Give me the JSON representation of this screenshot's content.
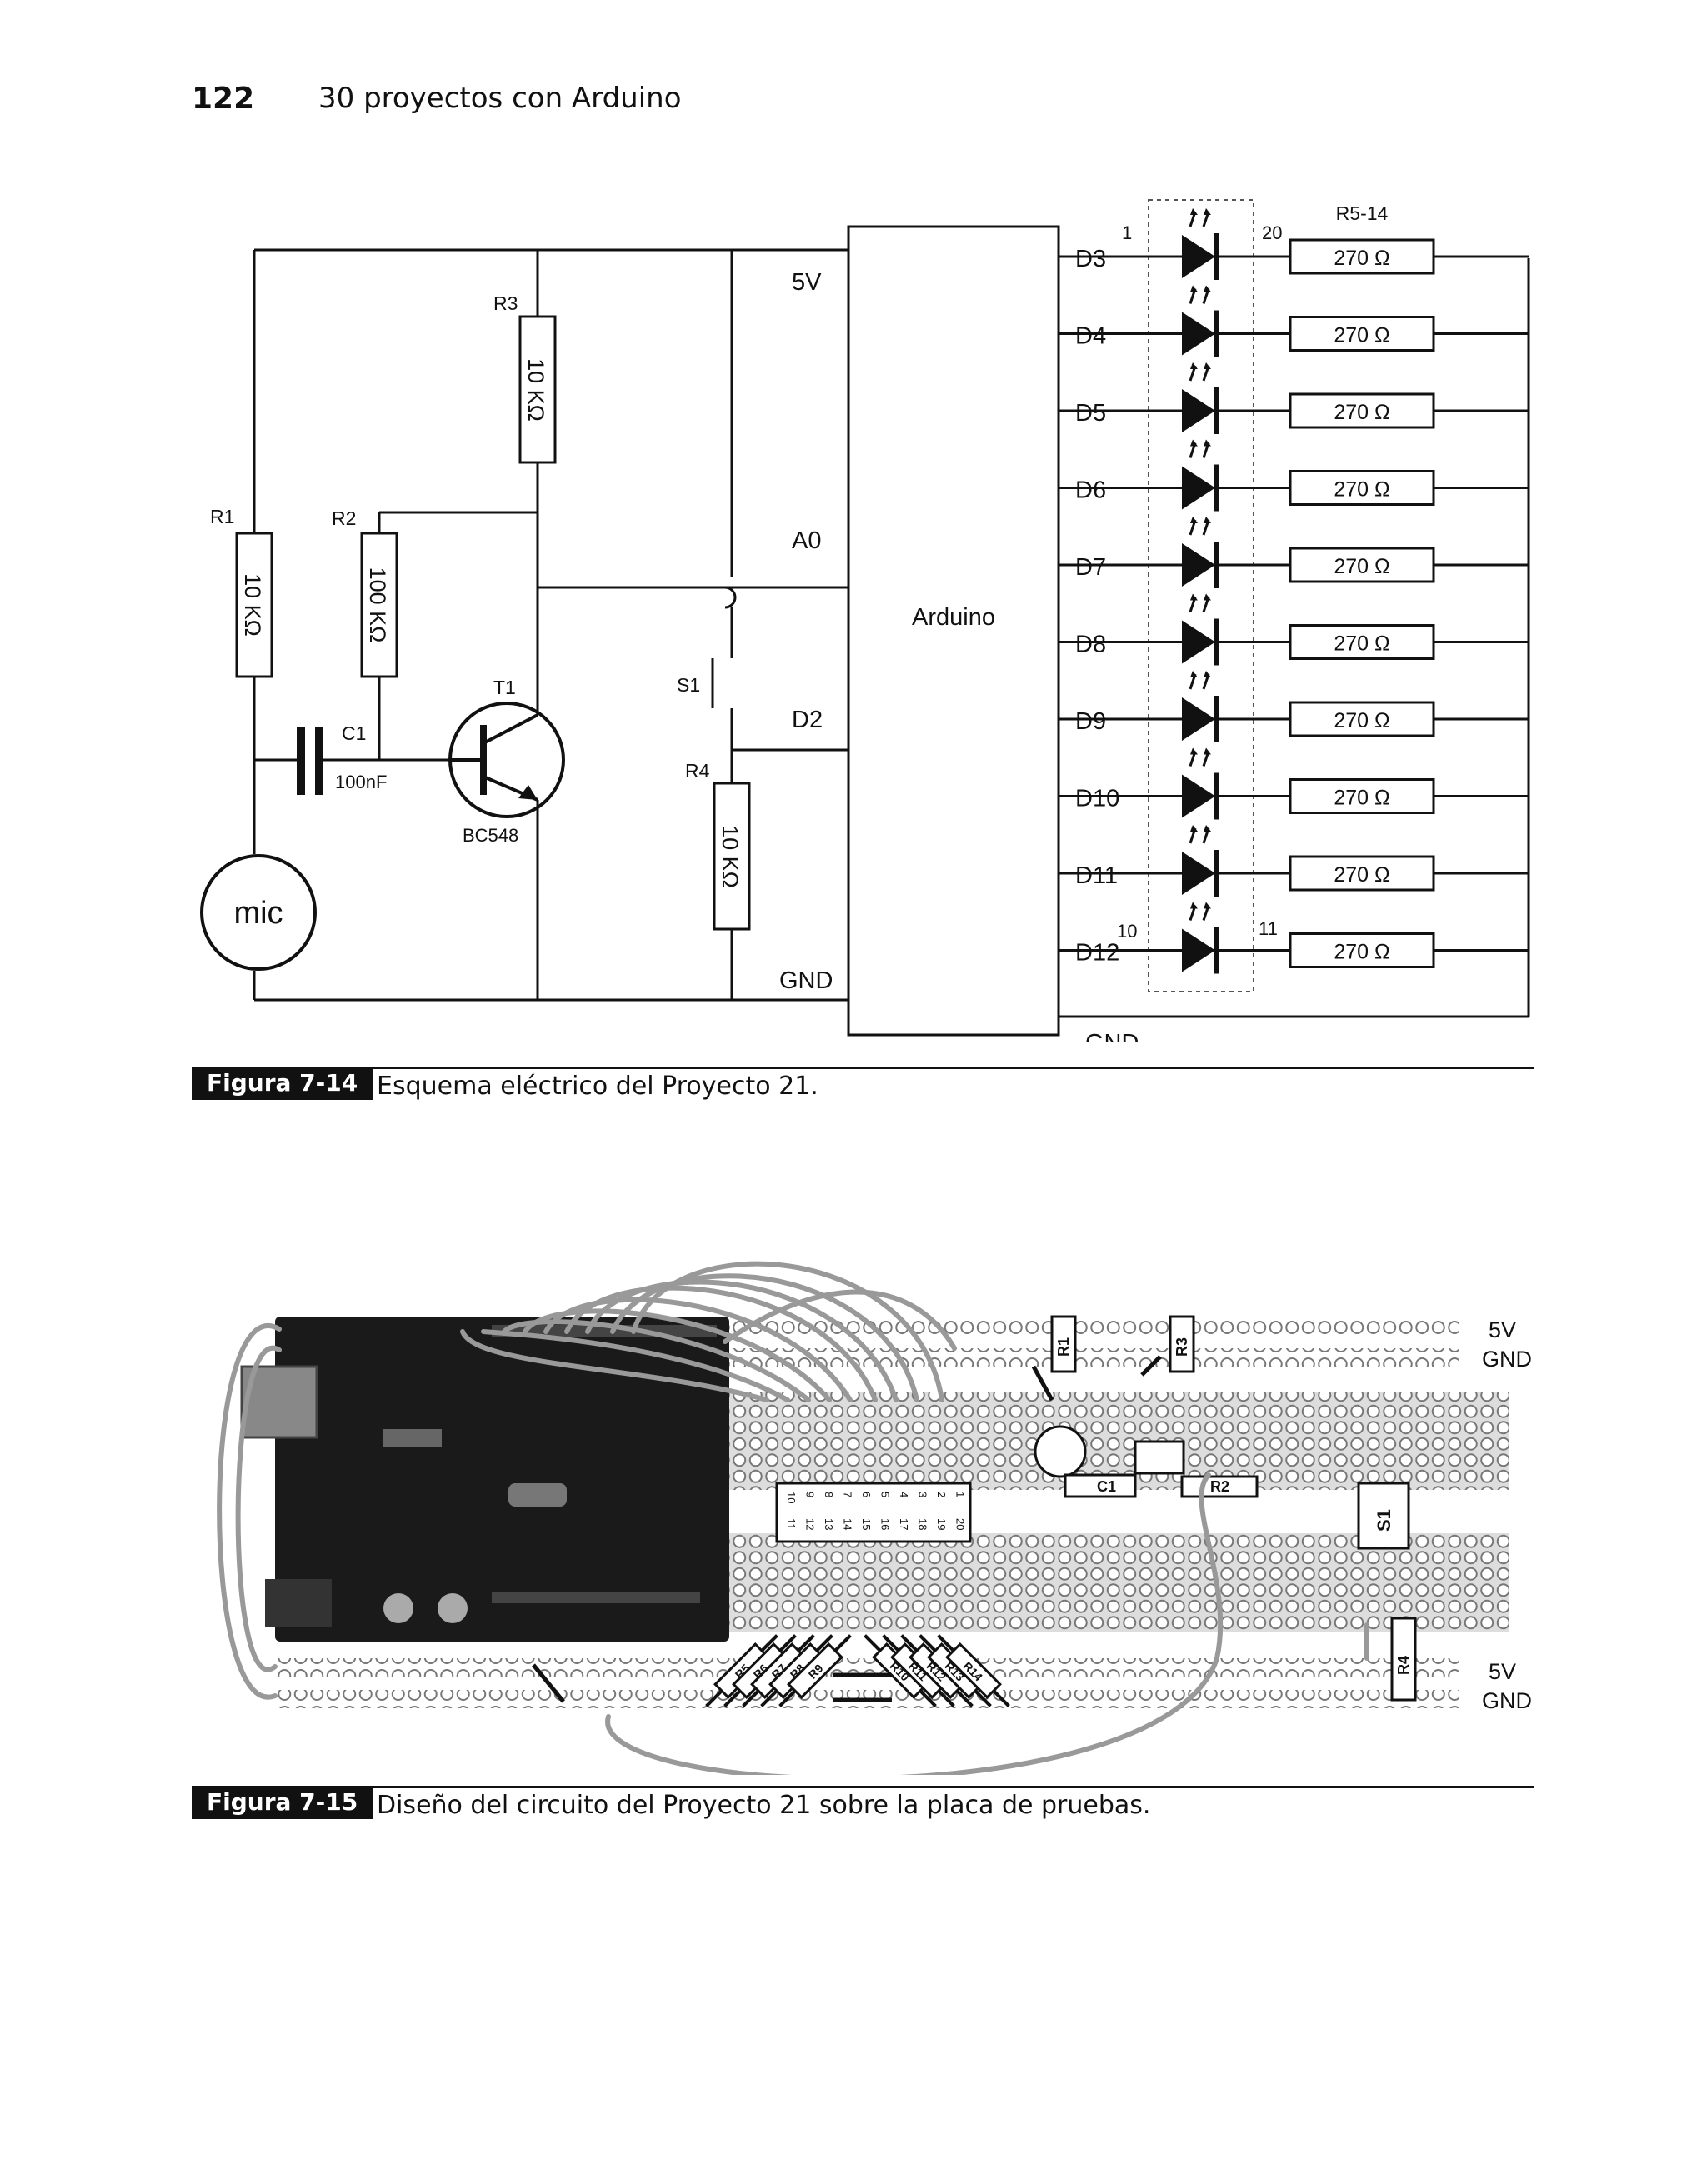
{
  "header": {
    "page_number": "122",
    "running_title": "30 proyectos con Arduino"
  },
  "figure1": {
    "caption_label": "Figura 7-14",
    "caption_text": "Esquema eléctrico del Proyecto 21.",
    "components": {
      "r1": "R1",
      "r1_value": "10 KΩ",
      "r2": "R2",
      "r2_value": "100 KΩ",
      "r3": "R3",
      "r3_value": "10 KΩ",
      "r4": "R4",
      "r4_value": "10 KΩ",
      "c1": "C1",
      "c1_value": "100nF",
      "t1": "T1",
      "t1_value": "BC548",
      "s1": "S1",
      "mic": "mic",
      "arduino": "Arduino",
      "r5_14": "R5-14",
      "led_resistor_value": "270 Ω"
    },
    "arduino_pins_left": [
      "5V",
      "A0",
      "D2",
      "GND"
    ],
    "arduino_pins_right": [
      "D3",
      "D4",
      "D5",
      "D6",
      "D7",
      "D8",
      "D9",
      "D10",
      "D11",
      "D12"
    ],
    "right_gnd": "GND",
    "bargraph_pins": [
      "1",
      "20",
      "10",
      "11"
    ]
  },
  "figure2": {
    "caption_label": "Figura 7-15",
    "caption_text": "Diseño del circuito del Proyecto 21 sobre la placa de pruebas.",
    "rail_labels": [
      "5V",
      "GND",
      "5V",
      "GND"
    ],
    "part_labels": [
      "R1",
      "R3",
      "C1",
      "R2",
      "S1",
      "R4"
    ],
    "chip_pins_top": [
      "10",
      "9",
      "8",
      "7",
      "6",
      "5",
      "4",
      "3",
      "2",
      "1"
    ],
    "chip_pins_bottom": [
      "11",
      "12",
      "13",
      "14",
      "15",
      "16",
      "17",
      "18",
      "19",
      "20"
    ],
    "resistor_labels": [
      "R5",
      "R6",
      "R7",
      "R8",
      "R9",
      "R10",
      "R11",
      "R12",
      "R13",
      "R14"
    ]
  }
}
